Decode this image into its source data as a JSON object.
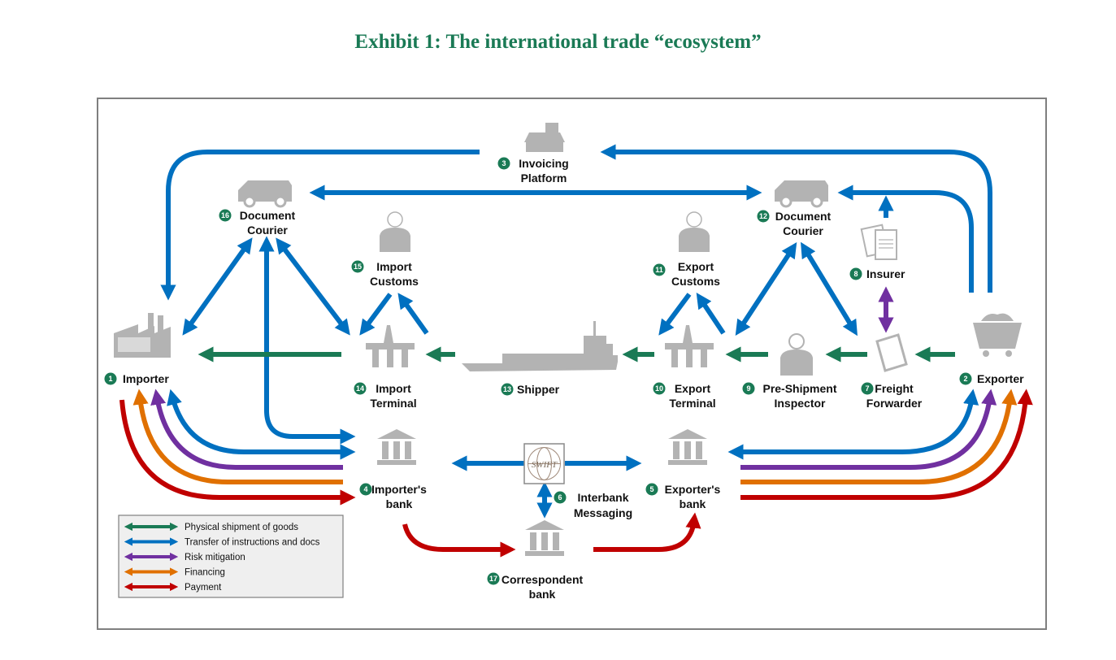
{
  "title": "Exhibit 1: The international trade “ecosystem”",
  "colors": {
    "physical": "#1a7a55",
    "instructions": "#0070c0",
    "risk": "#7030a0",
    "financing": "#e07000",
    "payment": "#c00000",
    "icon_gray": "#b3b3b3",
    "badge_green": "#1a7a55"
  },
  "nodes": [
    {
      "id": 1,
      "num": "1",
      "line1": "Importer",
      "line2": "",
      "icon": "factory-icon"
    },
    {
      "id": 2,
      "num": "2",
      "line1": "Exporter",
      "line2": "",
      "icon": "ore-cart-icon"
    },
    {
      "id": 3,
      "num": "3",
      "line1": "Invoicing",
      "line2": "Platform",
      "icon": "cash-register-icon"
    },
    {
      "id": 4,
      "num": "4",
      "line1": "Importer's",
      "line2": "bank",
      "icon": "bank-icon"
    },
    {
      "id": 5,
      "num": "5",
      "line1": "Exporter's",
      "line2": "bank",
      "icon": "bank-icon"
    },
    {
      "id": 6,
      "num": "6",
      "line1": "Interbank",
      "line2": "Messaging",
      "icon": "swift-icon"
    },
    {
      "id": 7,
      "num": "7",
      "line1": "Freight",
      "line2": "Forwarder",
      "icon": "clipboard-icon"
    },
    {
      "id": 8,
      "num": "8",
      "line1": "Insurer",
      "line2": "",
      "icon": "documents-icon"
    },
    {
      "id": 9,
      "num": "9",
      "line1": "Pre-Shipment",
      "line2": "Inspector",
      "icon": "inspector-icon"
    },
    {
      "id": 10,
      "num": "10",
      "line1": "Export",
      "line2": "Terminal",
      "icon": "oil-rig-icon"
    },
    {
      "id": 11,
      "num": "11",
      "line1": "Export",
      "line2": "Customs",
      "icon": "officer-icon"
    },
    {
      "id": 12,
      "num": "12",
      "line1": "Document",
      "line2": "Courier",
      "icon": "van-icon"
    },
    {
      "id": 13,
      "num": "13",
      "line1": "Shipper",
      "line2": "",
      "icon": "ship-icon"
    },
    {
      "id": 14,
      "num": "14",
      "line1": "Import",
      "line2": "Terminal",
      "icon": "oil-rig-icon"
    },
    {
      "id": 15,
      "num": "15",
      "line1": "Import",
      "line2": "Customs",
      "icon": "officer-icon"
    },
    {
      "id": 16,
      "num": "16",
      "line1": "Document",
      "line2": "Courier",
      "icon": "van-icon"
    },
    {
      "id": 17,
      "num": "17",
      "line1": "Correspondent",
      "line2": "bank",
      "icon": "bank-icon"
    }
  ],
  "swift_label": "SWIFT",
  "legend": [
    {
      "label": "Physical shipment of goods",
      "color": "#1a7a55"
    },
    {
      "label": "Transfer of instructions and docs",
      "color": "#0070c0"
    },
    {
      "label": "Risk mitigation",
      "color": "#7030a0"
    },
    {
      "label": "Financing",
      "color": "#e07000"
    },
    {
      "label": "Payment",
      "color": "#c00000"
    }
  ]
}
